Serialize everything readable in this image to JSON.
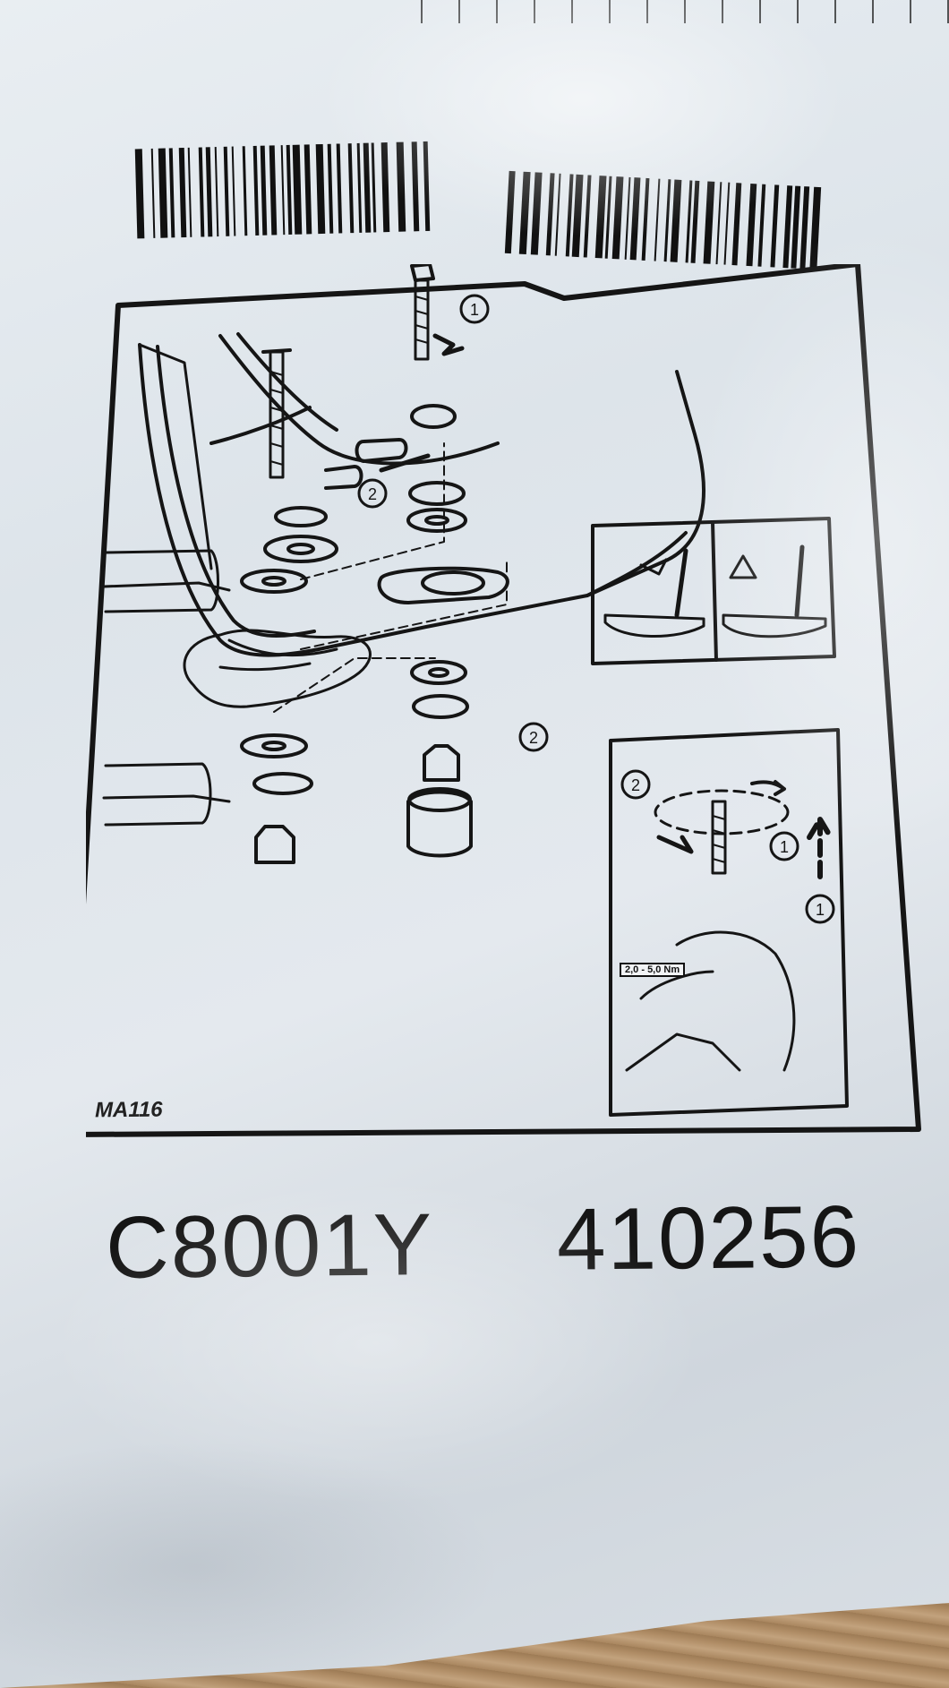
{
  "image": {
    "subject": "instruction-sheet-in-plastic-bag",
    "colors": {
      "paper": "#e4e9ee",
      "ink": "#151515",
      "wood": "#b08d66"
    }
  },
  "diagram": {
    "code": "MA116",
    "torque_label": "2,0 - 5,0 Nm",
    "step_markers": [
      "1",
      "2",
      "2",
      "1"
    ]
  },
  "label": {
    "model_code": "C8001Y",
    "article_number": "410256"
  }
}
